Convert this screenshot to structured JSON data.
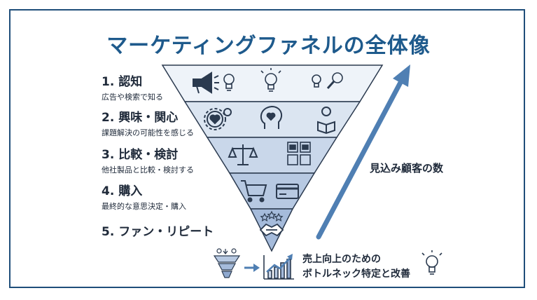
{
  "title": "マーケティングファネルの全体像",
  "stages": [
    {
      "title": "1. 認知",
      "subtitle": "広告や検索で知る"
    },
    {
      "title": "2. 興味・関心",
      "subtitle": "課題解決の可能性を感じる"
    },
    {
      "title": "3. 比較・検討",
      "subtitle": "他社製品と比較・検討する"
    },
    {
      "title": "4. 購入",
      "subtitle": "最終的な意思決定・購入"
    },
    {
      "title": "5. ファン・リピート",
      "subtitle": ""
    }
  ],
  "arrow_label": "見込み顧客の数",
  "bottom": {
    "line1": "売上向上のための",
    "line2": "ボトルネック特定と改善"
  },
  "colors": {
    "title": "#1e5a8c",
    "frame": "#1f4e7a",
    "arrow": "#4f7fb3",
    "funnel_layers": [
      "#eef3f9",
      "#dbe5f1",
      "#c9d7ea",
      "#b7c9e2",
      "#a5bbdb"
    ],
    "icon": "#2b3a4f"
  },
  "icons": {
    "stage1": [
      "megaphone-icon",
      "lightbulb-icon",
      "lightbulb-icon",
      "lightbulb-magnifier-icon"
    ],
    "stage2": [
      "gear-heart-icon",
      "head-heart-icon",
      "person-reading-icon"
    ],
    "stage3": [
      "scale-icon",
      "product-comparison-icon"
    ],
    "stage4": [
      "shopping-cart-icon",
      "credit-card-icon"
    ],
    "stage5": [
      "stars-icon",
      "handshake-icon"
    ],
    "bottom": [
      "mini-funnel-icon",
      "right-arrow-icon",
      "growth-chart-icon",
      "lightbulb-icon"
    ]
  }
}
